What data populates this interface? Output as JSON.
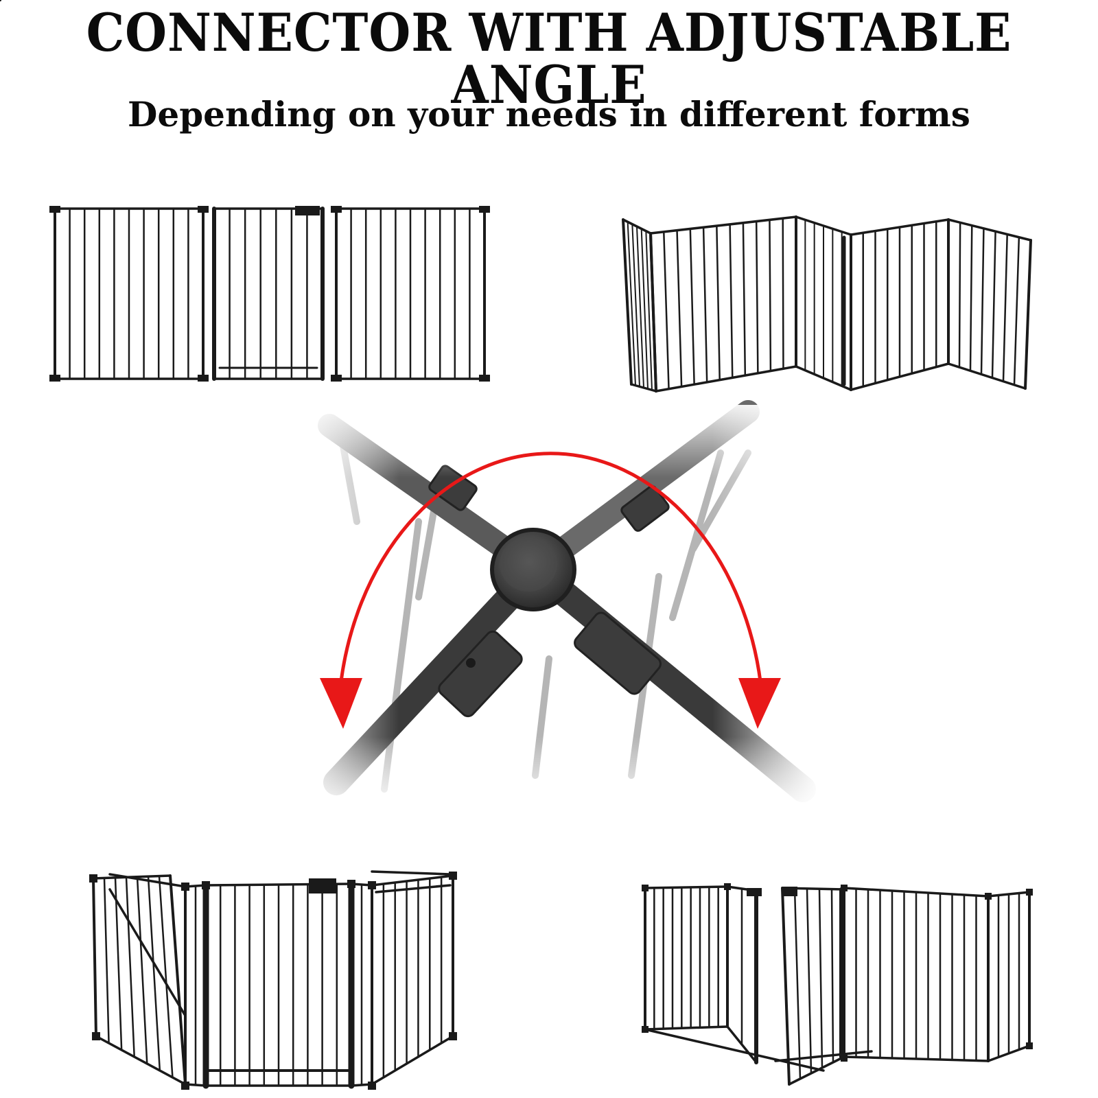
{
  "headline": "CONNECTOR WITH ADJUSTABLE ANGLE",
  "subheadline": "Depending on your needs in different forms",
  "colors": {
    "text": "#0b0b0b",
    "gate_metal": "#1a1a1a",
    "arrow": "#e81818",
    "background": "#ffffff"
  },
  "illustrations": [
    {
      "name": "straight-gate-configuration",
      "form": "straight"
    },
    {
      "name": "zigzag-gate-configuration",
      "form": "zigzag"
    },
    {
      "name": "connector-joint-closeup",
      "form": "hinge-closeup"
    },
    {
      "name": "enclosure-gate-configuration",
      "form": "enclosure"
    },
    {
      "name": "open-door-gate-configuration",
      "form": "open-door"
    }
  ]
}
